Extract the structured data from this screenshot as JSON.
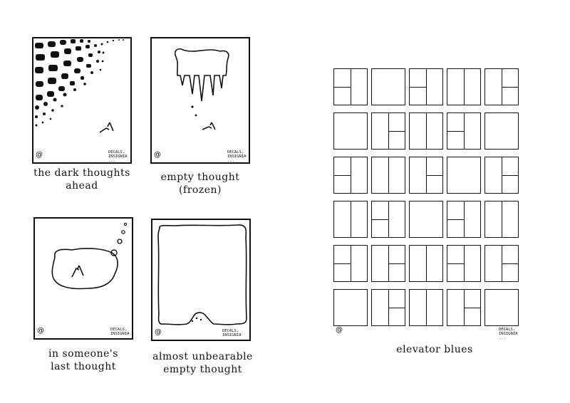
{
  "comics": [
    {
      "caption": "the dark thoughts\nahead",
      "credit": "DECALS,\nINSIGNIA\n...",
      "mark": "@"
    },
    {
      "caption": "empty thought\n(frozen)",
      "credit": "DECALS,\nINSIGNIA\n...",
      "mark": "@"
    },
    {
      "caption": "in someone's\nlast thought",
      "credit": "DECALS,\nINSIGNIA\n...",
      "mark": "@"
    },
    {
      "caption": "almost unbearable\nempty thought",
      "credit": "DECALS,\nINSIGNIA\n...",
      "mark": "@"
    },
    {
      "caption": "elevator blues",
      "credit": "DECALS,\nINSIGNIA\n...",
      "mark": "@"
    }
  ],
  "elevator_grid": [
    [
      "split-h-left",
      "plain",
      "split-h-left",
      "split-v",
      "split-h-right"
    ],
    [
      "plain",
      "split-h-right",
      "split-v",
      "split-h-left",
      "plain"
    ],
    [
      "split-h-left",
      "split-v",
      "split-h-right",
      "plain",
      "split-h-right"
    ],
    [
      "split-v",
      "split-h-left",
      "plain",
      "split-h-left",
      "split-v"
    ],
    [
      "split-h-left",
      "split-h-right",
      "split-v",
      "split-h-left",
      "split-h-right"
    ],
    [
      "plain",
      "split-h-right",
      "split-v",
      "split-h-right",
      "plain"
    ]
  ]
}
